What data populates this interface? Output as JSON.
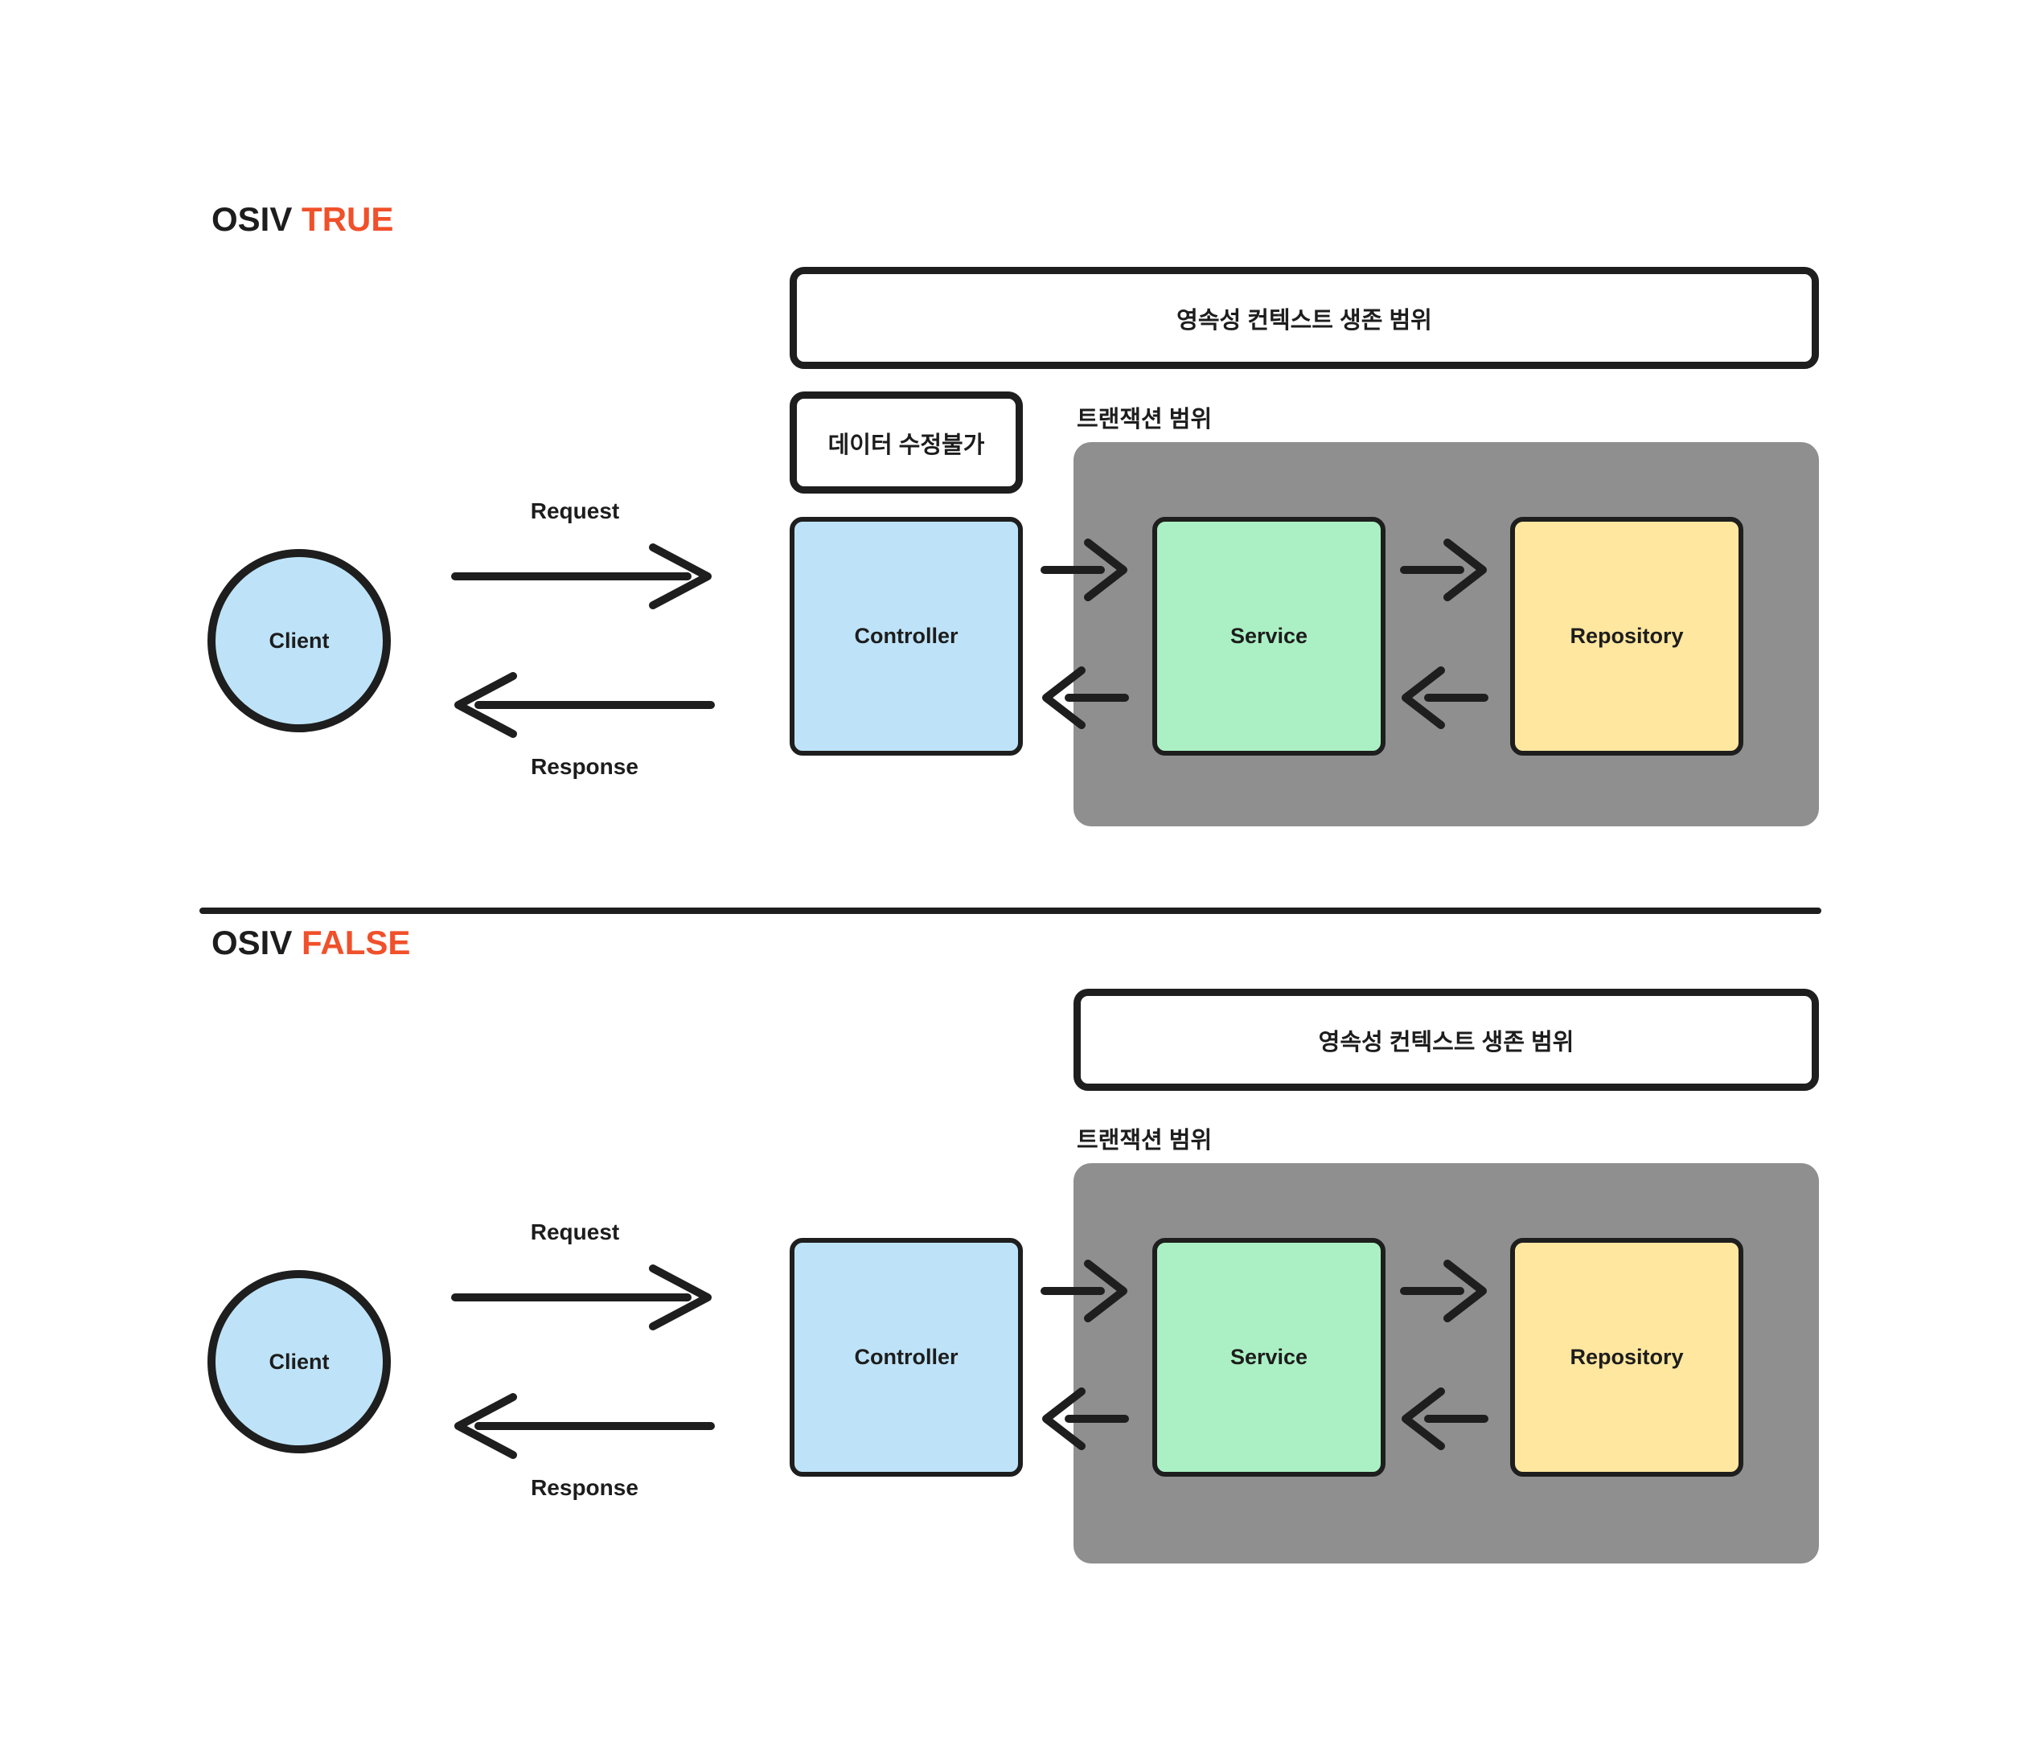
{
  "colors": {
    "stroke": "#1e1e1e",
    "accent_orange": "#f0502a",
    "node_blue": "#bee3f8",
    "node_green": "#abf0c4",
    "node_yellow": "#ffe79f",
    "scope_gray": "#8f8f8f"
  },
  "sections": {
    "osiv_true": {
      "title_prefix": "OSIV",
      "title_value": "TRUE",
      "persistence_scope_label": "영속성 컨텍스트 생존 범위",
      "transaction_scope_label": "트랜잭션 범위",
      "data_no_edit_label": "데이터 수정불가",
      "client_label": "Client",
      "controller_label": "Controller",
      "service_label": "Service",
      "repository_label": "Repository",
      "request_label": "Request",
      "response_label": "Response"
    },
    "osiv_false": {
      "title_prefix": "OSIV",
      "title_value": "FALSE",
      "persistence_scope_label": "영속성 컨텍스트 생존 범위",
      "transaction_scope_label": "트랜잭션 범위",
      "client_label": "Client",
      "controller_label": "Controller",
      "service_label": "Service",
      "repository_label": "Repository",
      "request_label": "Request",
      "response_label": "Response"
    }
  }
}
